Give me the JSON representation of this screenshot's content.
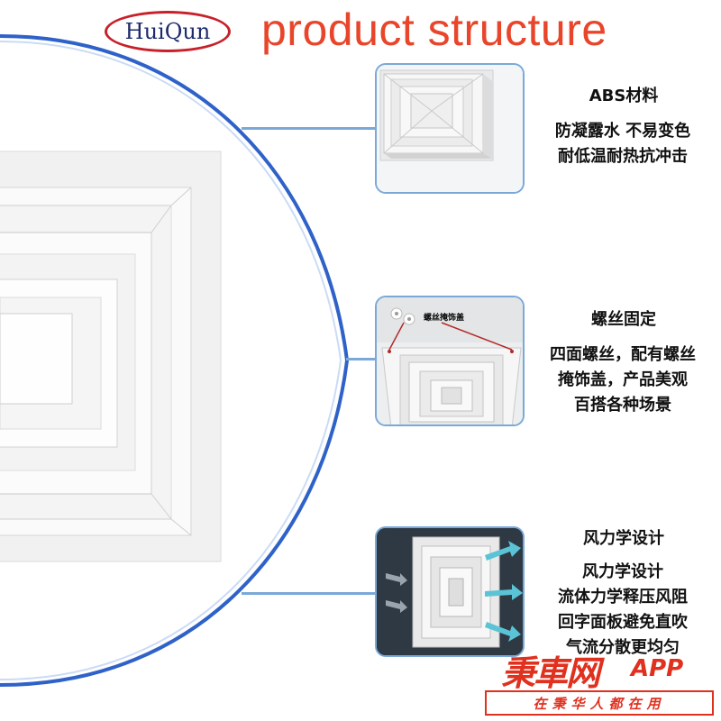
{
  "brand": {
    "logo_text": "HuiQun"
  },
  "title": "product structure",
  "features": [
    {
      "title": "ABS材料",
      "description": [
        "防凝露水 不易变色",
        "耐低温耐热抗冲击"
      ]
    },
    {
      "title": "螺丝固定",
      "description": [
        "四面螺丝，配有螺丝",
        "掩饰盖，产品美观",
        "百搭各种场景"
      ],
      "image_callout": "螺丝掩饰盖"
    },
    {
      "title": "风力学设计",
      "description": [
        "风力学设计",
        "流体力学释压风阻",
        "回字面板避免直吹",
        "气流分散更均匀"
      ]
    }
  ],
  "watermark": {
    "brand": "秉車网",
    "app": "APP",
    "slogan": "在秉华人都在用"
  },
  "colors": {
    "title": "#e8452a",
    "logo_border": "#c8202a",
    "logo_text": "#1d2b6b",
    "frame_border": "#7aa9d8",
    "arc": "#2f62c9",
    "watermark": "#e0301e"
  }
}
